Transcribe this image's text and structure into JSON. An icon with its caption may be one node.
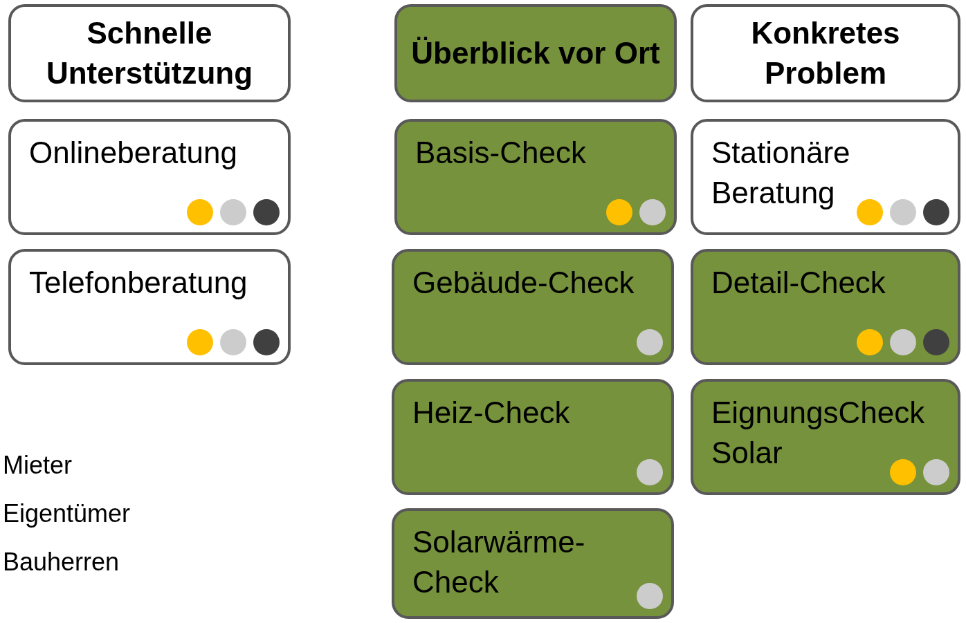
{
  "diagram": {
    "nodes": [
      {
        "text": [
          "Schnelle Unterstützung"
        ]
      },
      {
        "text": [
          "Überblick vor Ort"
        ]
      },
      {
        "text": [
          "Konkretes Problem"
        ]
      },
      {
        "text": [
          "Onlineberatung"
        ]
      },
      {
        "text": [
          "Basis-Check"
        ]
      },
      {
        "text": [
          "Stationäre Beratung"
        ]
      },
      {
        "text": [
          "Telefonberatung"
        ]
      },
      {
        "text": [
          "Gebäude-Check"
        ]
      },
      {
        "text": [
          "Detail-Check"
        ]
      },
      {
        "text": [
          "Heiz-Check"
        ]
      },
      {
        "text": [
          "EignungsCheck Solar"
        ]
      },
      {
        "text": [
          "Solarwärme-Check"
        ]
      }
    ],
    "legend": [
      {
        "text": "Mieter"
      },
      {
        "text": "Eigentümer"
      },
      {
        "text": "Bauherren"
      }
    ]
  }
}
